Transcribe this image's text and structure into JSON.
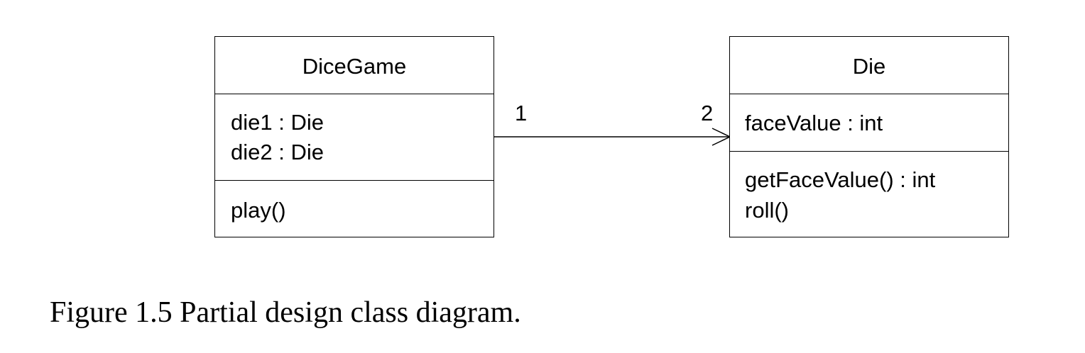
{
  "diagram": {
    "classes": [
      {
        "name": "DiceGame",
        "attributes": [
          "die1 : Die",
          "die2 : Die"
        ],
        "operations": [
          "play()"
        ]
      },
      {
        "name": "Die",
        "attributes": [
          "faceValue : int"
        ],
        "operations": [
          "getFaceValue() : int",
          "roll()"
        ]
      }
    ],
    "association": {
      "from": "DiceGame",
      "to": "Die",
      "source_multiplicity": "1",
      "target_multiplicity": "2",
      "navigability": "open-arrow-to-target"
    }
  },
  "caption": "Figure 1.5 Partial design class diagram."
}
